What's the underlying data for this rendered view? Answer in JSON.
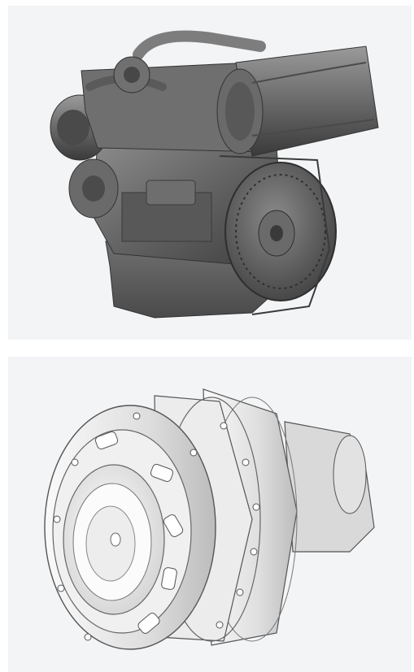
{
  "gallery": {
    "items": [
      {
        "subject": "engine-render",
        "panel_color": "#f3f4f6",
        "tone": "dark-gray"
      },
      {
        "subject": "gear-hub-render",
        "panel_color": "#f3f4f6",
        "tone": "light-gray"
      }
    ]
  }
}
